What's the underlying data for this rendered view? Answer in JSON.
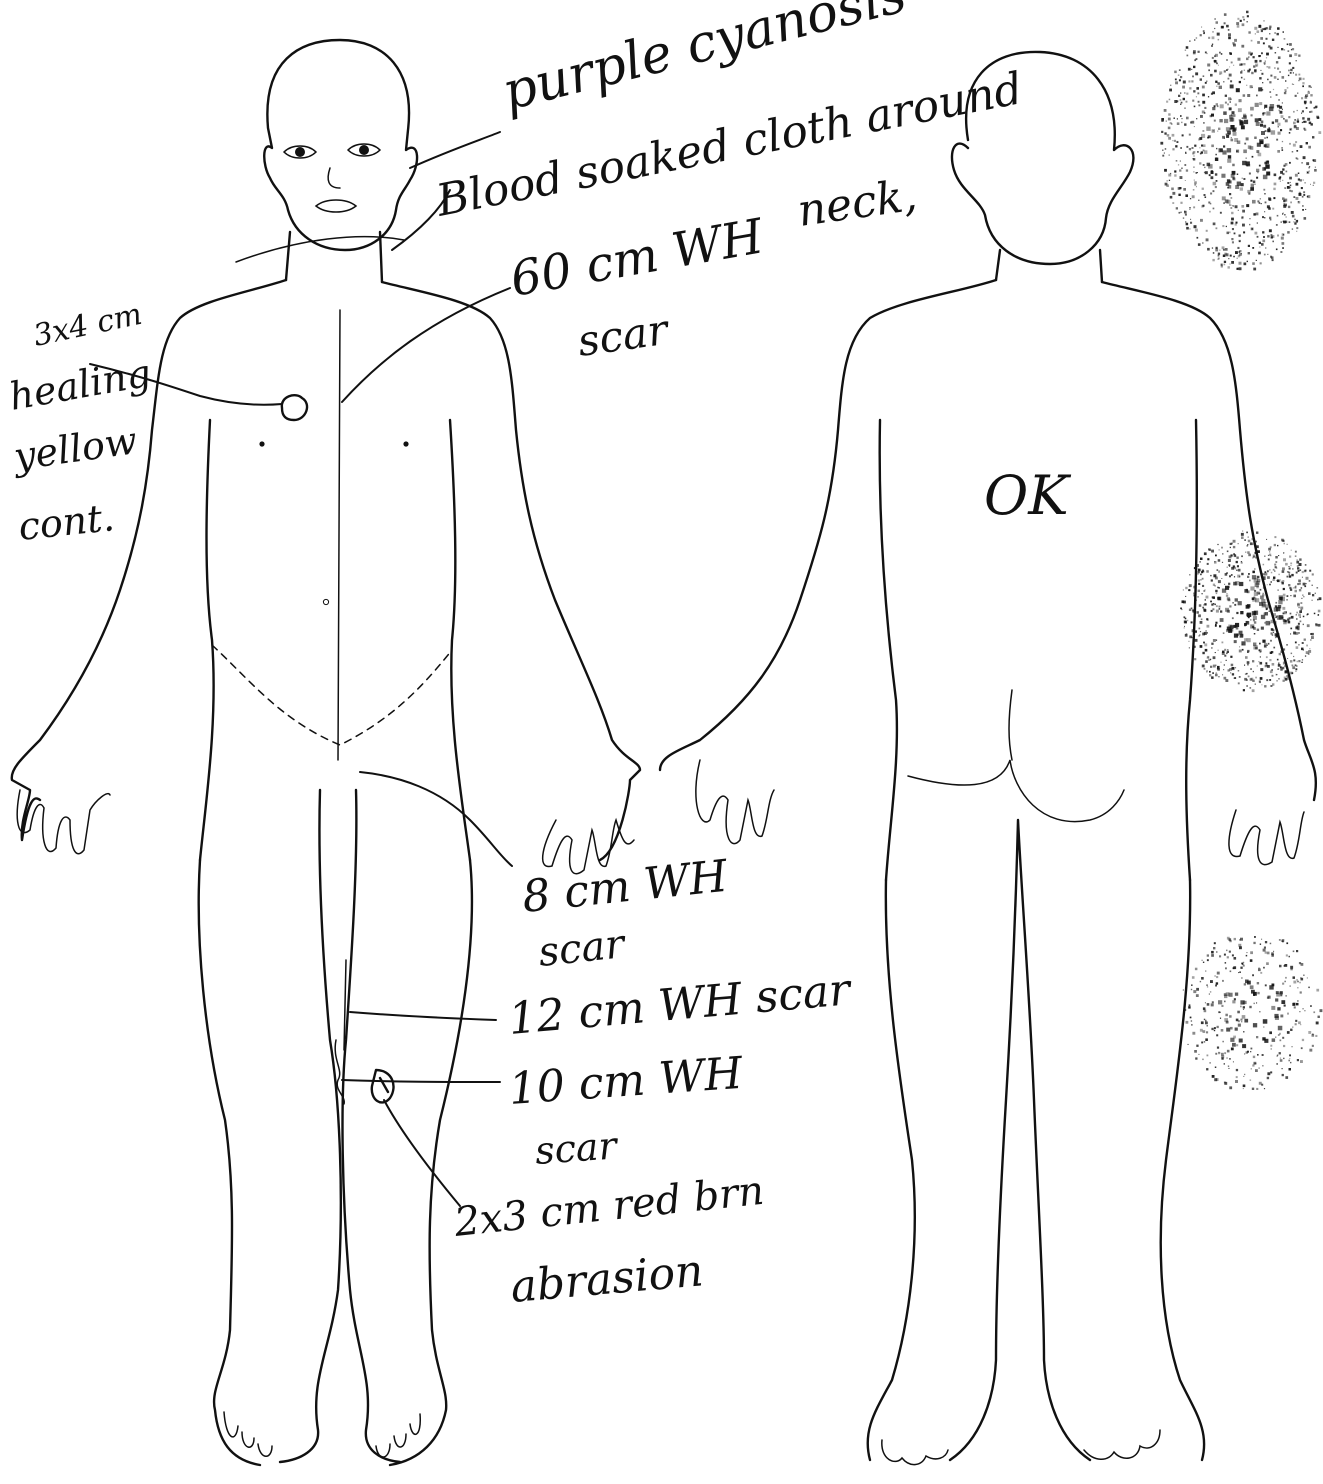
{
  "annotations": {
    "purple_cyanosis": "purple cyanosis",
    "blood_soaked": "Blood soaked cloth around",
    "neck": "neck,",
    "wound_60cm_a": "60 cm WH",
    "wound_60cm_b": "scar",
    "chest_a": "3x4 cm",
    "chest_b": "healing",
    "chest_c": "yellow",
    "chest_d": "cont.",
    "back_ok": "OK",
    "scar8_a": "8 cm WH",
    "scar8_b": "scar",
    "scar12": "12 cm WH scar",
    "scar10_a": "10 cm WH",
    "scar10_b": "scar",
    "abrasion_a": "2x3 cm red brn",
    "abrasion_b": "abrasion"
  },
  "colors": {
    "ink": "#111111",
    "paper": "#ffffff"
  }
}
